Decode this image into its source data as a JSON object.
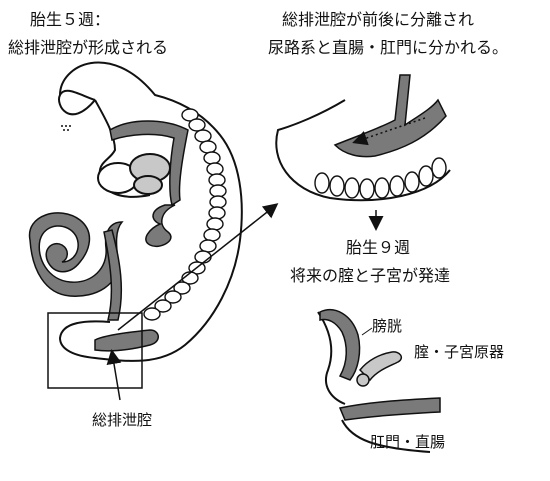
{
  "stage5": {
    "heading_line1": "胎生５週：",
    "heading_line2": "総排泄腔が形成される",
    "pointer_label": "総排泄腔"
  },
  "separation": {
    "heading_line1": "総排泄腔が前後に分離され",
    "heading_line2": "尿路系と直腸・肛門に分かれる。"
  },
  "stage9": {
    "heading_line1": "胎生９週",
    "heading_line2": "将来の腟と子宮が発達",
    "label_bladder": "膀胱",
    "label_vagina_uterus": "腟・子宮原器",
    "label_anus_rectum": "肛門・直腸"
  },
  "colors": {
    "outline": "#111111",
    "tissue_gray": "#7a7a7a",
    "light_gray": "#c8c8c8",
    "background": "#ffffff"
  }
}
